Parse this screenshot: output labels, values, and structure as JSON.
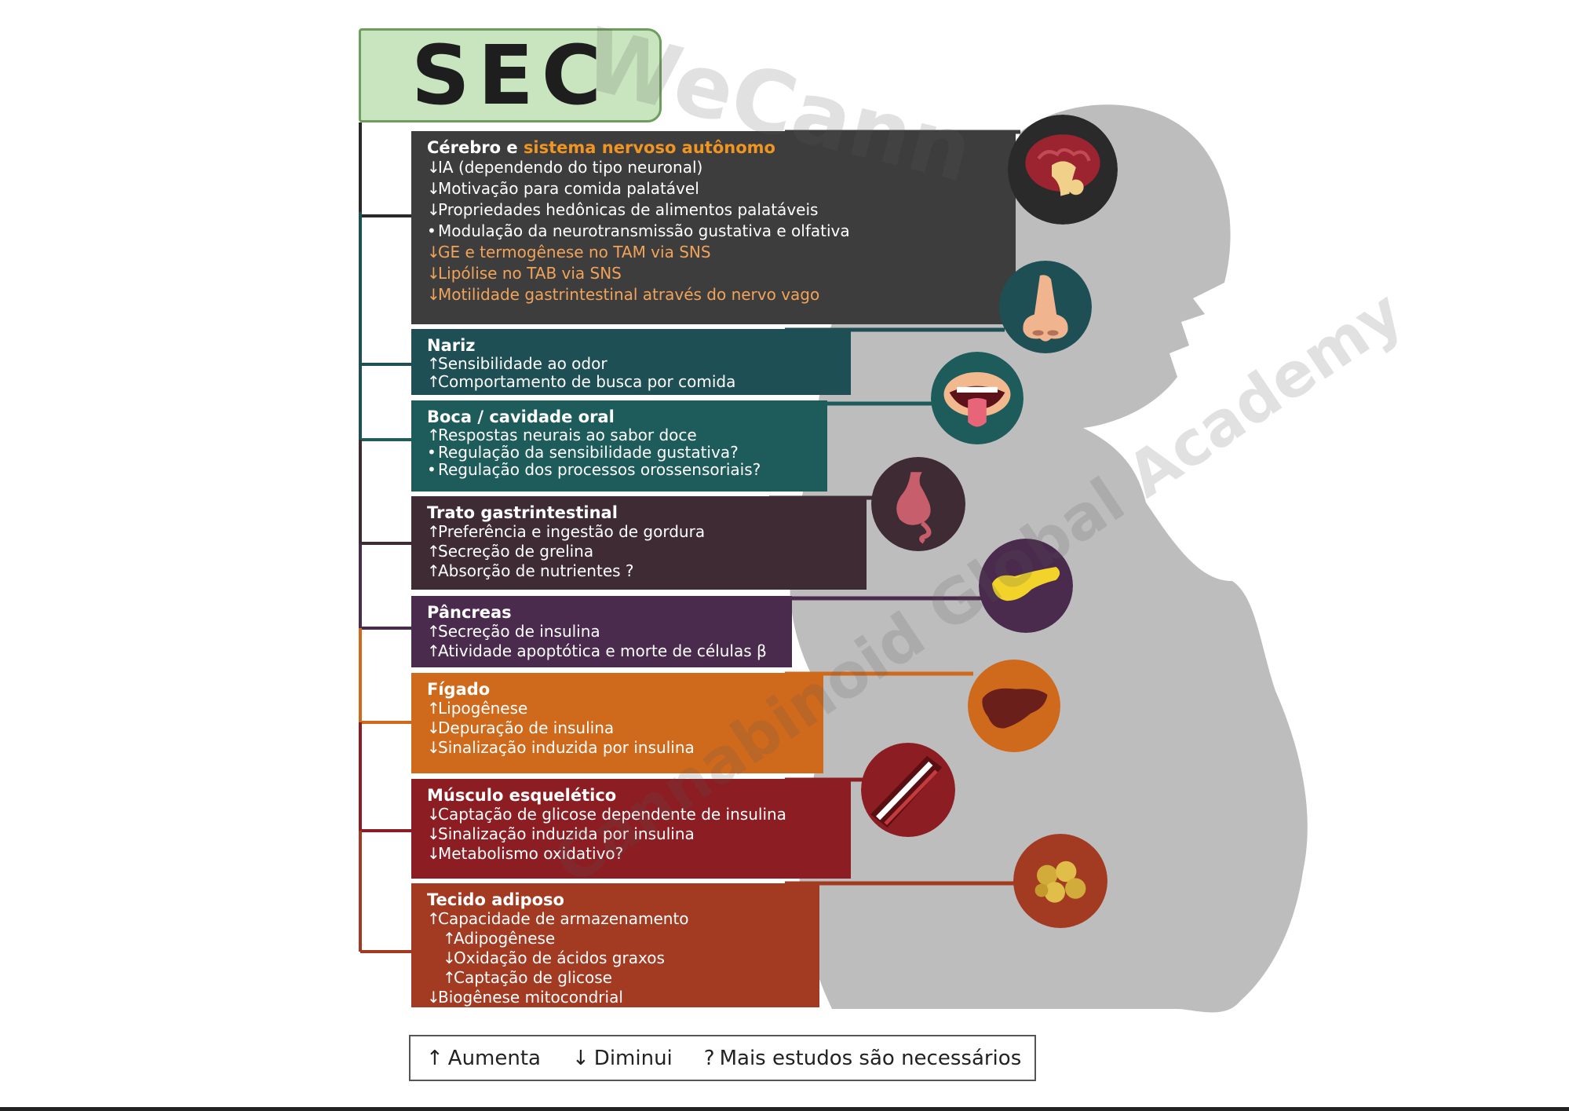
{
  "title": "SEC",
  "watermark": {
    "top": "WeCann",
    "bottom": "Cannabinoid Global Academy"
  },
  "colors": {
    "title_bg": "#c9e5bf",
    "title_border": "#6e9e5f",
    "orange_accent": "#f09522",
    "silhouette": "#bdbdbd"
  },
  "sections": [
    {
      "id": "brain",
      "color": "#3d3d3d",
      "icon": "brain-icon",
      "title": "Cérebro e ",
      "title_accent": "sistema nervoso autônomo",
      "lines": [
        {
          "mark": "↓",
          "text": "IA (dependendo do tipo neuronal)"
        },
        {
          "mark": "↓",
          "text": "Motivação para comida palatável"
        },
        {
          "mark": "↓",
          "text": "Propriedades hedônicas de alimentos palatáveis"
        },
        {
          "mark": "•",
          "text": "Modulação da neurotransmissão gustativa e olfativa"
        },
        {
          "mark": "↓",
          "text": "GE e termogênese no TAM via SNS",
          "orange": true
        },
        {
          "mark": "↓",
          "text": "Lipólise no TAB via SNS",
          "orange": true
        },
        {
          "mark": "↓",
          "text": "Motilidade gastrintestinal através do nervo vago",
          "orange": true
        }
      ]
    },
    {
      "id": "nose",
      "color": "#1e4f55",
      "icon": "nose-icon",
      "title": "Nariz",
      "lines": [
        {
          "mark": "↑",
          "text": "Sensibilidade ao odor"
        },
        {
          "mark": "↑",
          "text": "Comportamento de busca por comida"
        }
      ]
    },
    {
      "id": "mouth",
      "color": "#1d5c5b",
      "icon": "mouth-icon",
      "title": "Boca / cavidade oral",
      "lines": [
        {
          "mark": "↑",
          "text": "Respostas neurais ao sabor doce"
        },
        {
          "mark": "•",
          "text": "Regulação da sensibilidade gustativa?"
        },
        {
          "mark": "•",
          "text": "Regulação dos processos orossensoriais?"
        }
      ]
    },
    {
      "id": "gi",
      "color": "#3f2b33",
      "icon": "stomach-icon",
      "title": "Trato gastrintestinal",
      "lines": [
        {
          "mark": "↑",
          "text": "Preferência e ingestão de gordura"
        },
        {
          "mark": "↑",
          "text": "Secreção de grelina"
        },
        {
          "mark": "↑",
          "text": "Absorção de nutrientes ?"
        }
      ]
    },
    {
      "id": "pancreas",
      "color": "#4a2a4d",
      "icon": "pancreas-icon",
      "title": "Pâncreas",
      "lines": [
        {
          "mark": "↑",
          "text": "Secreção de insulina"
        },
        {
          "mark": "↑",
          "text": "Atividade apoptótica e morte de células β"
        }
      ]
    },
    {
      "id": "liver",
      "color": "#cf6a1c",
      "icon": "liver-icon",
      "title": "Fígado",
      "lines": [
        {
          "mark": "↑",
          "text": "Lipogênese"
        },
        {
          "mark": "↓",
          "text": "Depuração de insulina"
        },
        {
          "mark": "↓",
          "text": "Sinalização induzida por insulina"
        }
      ]
    },
    {
      "id": "muscle",
      "color": "#8c1d22",
      "icon": "muscle-icon",
      "title": "Músculo esquelético",
      "lines": [
        {
          "mark": "↓",
          "text": "Captação de glicose dependente de insulina"
        },
        {
          "mark": "↓",
          "text": "Sinalização induzida por insulina"
        },
        {
          "mark": "↓",
          "text": "Metabolismo oxidativo?"
        }
      ]
    },
    {
      "id": "adipose",
      "color": "#a33a22",
      "icon": "fat-cells-icon",
      "title": "Tecido adiposo",
      "lines": [
        {
          "mark": "↑",
          "text": "Capacidade de armazenamento"
        },
        {
          "mark": "↑",
          "text": "Adipogênese",
          "sub": true
        },
        {
          "mark": "↓",
          "text": "Oxidação de ácidos graxos",
          "sub": true
        },
        {
          "mark": "↑",
          "text": "Captação de glicose",
          "sub": true
        },
        {
          "mark": "↓",
          "text": "Biogênese mitocondrial"
        }
      ]
    }
  ],
  "legend": {
    "increase_symbol": "↑",
    "increase_label": "Aumenta",
    "decrease_symbol": "↓",
    "decrease_label": "Diminui",
    "unknown_symbol": "?",
    "unknown_label": "Mais estudos são necessários"
  }
}
